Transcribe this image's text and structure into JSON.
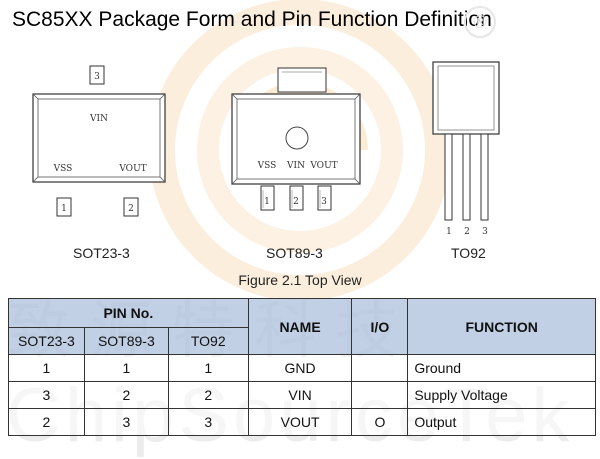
{
  "title": "SC85XX Package Form and Pin Function Definition",
  "figure_caption": "Figure 2.1 Top View",
  "packages": {
    "sot23": {
      "name": "SOT23-3",
      "top_pin": "3",
      "inner_top": "VIN",
      "inner_left": "VSS",
      "inner_right": "VOUT",
      "bottom_pins": [
        "1",
        "2"
      ]
    },
    "sot89": {
      "name": "SOT89-3",
      "inner_labels": [
        "VSS",
        "VIN",
        "VOUT"
      ],
      "bottom_pins": [
        "1",
        "2",
        "3"
      ]
    },
    "to92": {
      "name": "TO92",
      "pins": [
        "1",
        "2",
        "3"
      ]
    }
  },
  "table": {
    "pin_no_header": "PIN No.",
    "sub_headers": [
      "SOT23-3",
      "SOT89-3",
      "TO92"
    ],
    "name_header": "NAME",
    "io_header": "I/O",
    "function_header": "FUNCTION",
    "rows": [
      {
        "sot23": "1",
        "sot89": "1",
        "to92": "1",
        "name": "GND",
        "io": "",
        "function": "Ground"
      },
      {
        "sot23": "3",
        "sot89": "2",
        "to92": "2",
        "name": "VIN",
        "io": "",
        "function": "Supply Voltage"
      },
      {
        "sot23": "2",
        "sot89": "3",
        "to92": "3",
        "name": "VOUT",
        "io": "O",
        "function": "Output"
      }
    ]
  },
  "watermark": {
    "chinese": "致源特科技",
    "english": "ChipSourceTek",
    "registered_mark": "®"
  }
}
